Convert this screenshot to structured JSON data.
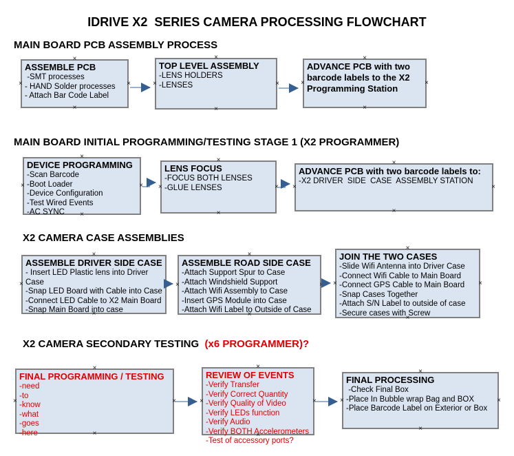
{
  "title": "IDRIVE X2  SERIES CAMERA PROCESSING FLOWCHART",
  "colors": {
    "box_fill": "#dbe5f1",
    "box_border": "#808080",
    "arrow_line": "#95b3d7",
    "arrow_head": "#365f91",
    "accent_red": "#e00000",
    "text": "#000000"
  },
  "sections": [
    {
      "header": "MAIN BOARD PCB ASSEMBLY PROCESS",
      "boxes": [
        {
          "title": "ASSEMBLE PCB",
          "items": [
            " -SMT processes",
            "- HAND Solder processes",
            "- Attach Bar Code Label"
          ]
        },
        {
          "title": "TOP LEVEL ASSEMBLY",
          "items": [
            "-LENS HOLDERS",
            "-LENSES"
          ]
        },
        {
          "title": "ADVANCE PCB with two barcode labels to the X2 Programming Station",
          "items": []
        }
      ]
    },
    {
      "header": "MAIN BOARD INITIAL PROGRAMMING/TESTING STAGE 1 (X2 PROGRAMMER)",
      "boxes": [
        {
          "title": "DEVICE PROGRAMMING",
          "items": [
            "-Scan Barcode",
            "-Boot Loader",
            "-Device Configuration",
            "-Test Wired Events",
            "-AC SYNC"
          ]
        },
        {
          "title": "LENS FOCUS",
          "items": [
            "-FOCUS BOTH LENSES",
            "-GLUE LENSES"
          ]
        },
        {
          "title": "ADVANCE PCB with two barcode labels to:",
          "items": [
            "-X2 DRIVER  SIDE  CASE  ASSEMBLY STATION"
          ]
        }
      ]
    },
    {
      "header": "X2 CAMERA CASE ASSEMBLIES",
      "boxes": [
        {
          "title": "ASSEMBLE DRIVER SIDE CASE",
          "items": [
            "- Insert LED Plastic lens into Driver Case",
            "-Snap LED Board with Cable into Case",
            "-Connect LED Cable to X2 Main Board",
            "-Snap Main Board into case"
          ]
        },
        {
          "title": "ASSEMBLE ROAD SIDE CASE",
          "items": [
            "-Attach Support Spur to Case",
            "-Attach Windshield Support",
            "-Attach Wifi Assembly to Case",
            "-Insert GPS Module into Case",
            "-Attach Wifi Label to Outside of Case"
          ]
        },
        {
          "title": "JOIN THE TWO CASES",
          "items": [
            "-Slide Wifi Antenna into Driver Case",
            "-Connect Wifi Cable to Main Board",
            "-Connect GPS Cable to Main Board",
            "-Snap Cases Together",
            "-Attach S/N Label to outside of case",
            "-Secure cases with Screw"
          ]
        }
      ]
    },
    {
      "header": "X2 CAMERA SECONDARY TESTING",
      "header_accent": "  (x6 PROGRAMMER)?",
      "boxes": [
        {
          "title": "FINAL PROGRAMMING / TESTING",
          "items": [
            "-need",
            "-to",
            "-know",
            "-what",
            "-goes",
            "-here"
          ]
        },
        {
          "title": "REVIEW OF EVENTS",
          "items": [
            "-Verify Transfer",
            "-Verify Correct Quantity",
            "-Verify Quality of Video",
            "-Verify LEDs function",
            "-Verify Audio",
            "-Verify BOTH Accelerometers",
            "-Test of accessory ports?"
          ]
        },
        {
          "title": "FINAL PROCESSING",
          "items": [
            " -Check Final Box",
            "-Place In Bubble wrap Bag and BOX",
            "-Place Barcode Label on Exterior or Box"
          ]
        }
      ]
    }
  ]
}
